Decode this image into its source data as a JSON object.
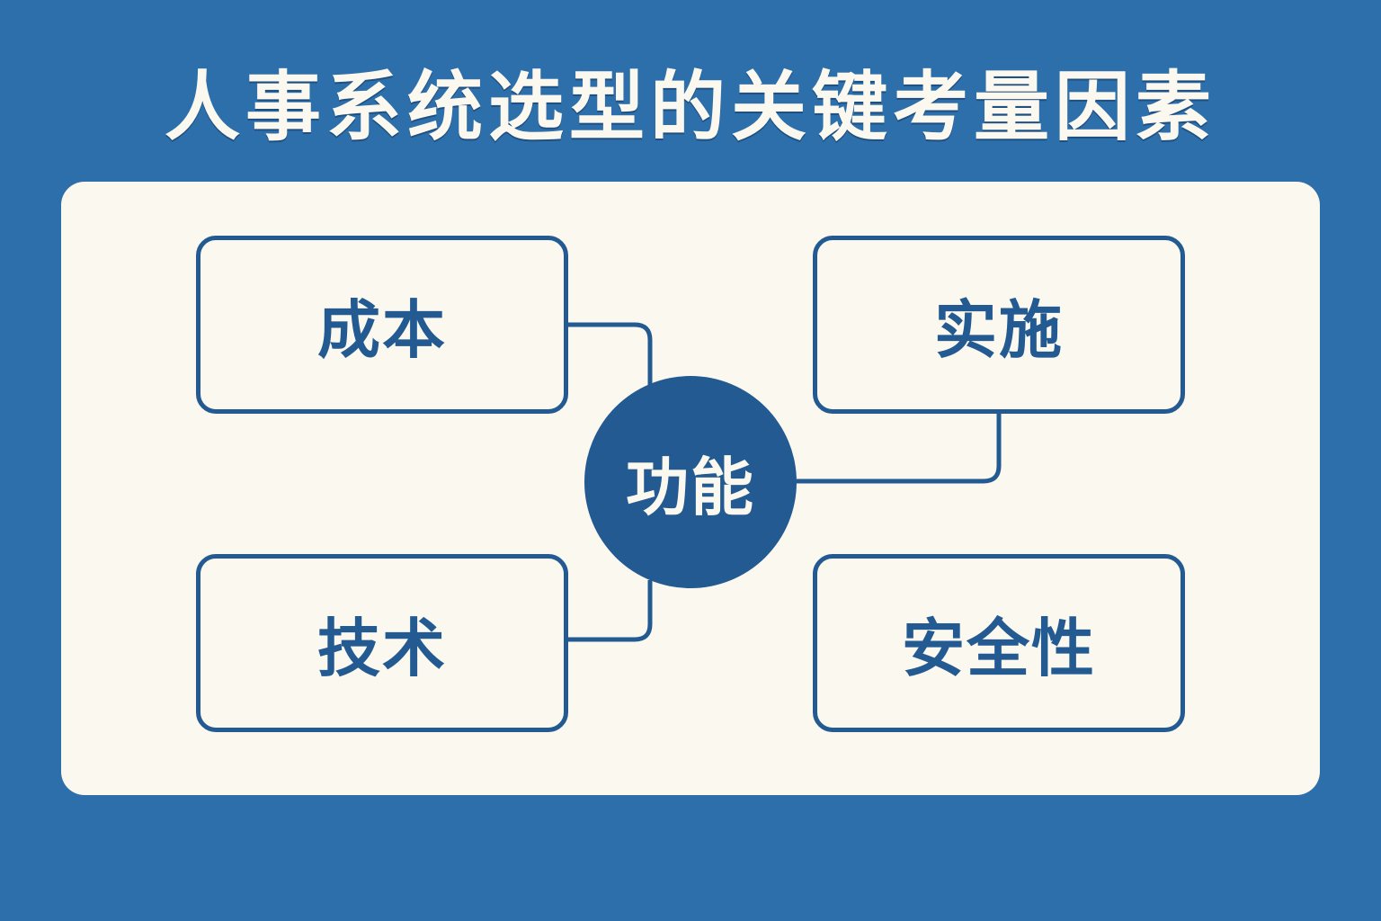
{
  "title": "人事系统选型的关键考量因素",
  "colors": {
    "background": "#2d6faa",
    "panel": "#fbf8ef",
    "accent": "#235a91"
  },
  "hub": {
    "label": "功能"
  },
  "nodes": [
    {
      "id": "cost",
      "label": "成本"
    },
    {
      "id": "implementation",
      "label": "实施"
    },
    {
      "id": "technology",
      "label": "技术"
    },
    {
      "id": "security",
      "label": "安全性"
    }
  ]
}
